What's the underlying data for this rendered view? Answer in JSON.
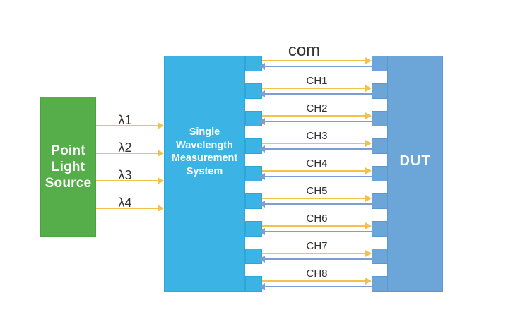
{
  "source_box": {
    "lines": [
      "Point",
      "Light",
      "Source"
    ]
  },
  "measurement_box": {
    "lines": [
      "Single",
      "Wavelength",
      "Measurement",
      "System"
    ]
  },
  "dut_box": {
    "label": "DUT"
  },
  "lambda_inputs": [
    {
      "label": "λ1"
    },
    {
      "label": "λ2"
    },
    {
      "label": "λ3"
    },
    {
      "label": "λ4"
    }
  ],
  "channels": [
    {
      "label": "com"
    },
    {
      "label": "CH1"
    },
    {
      "label": "CH2"
    },
    {
      "label": "CH3"
    },
    {
      "label": "CH4"
    },
    {
      "label": "CH5"
    },
    {
      "label": "CH6"
    },
    {
      "label": "CH7"
    },
    {
      "label": "CH8"
    }
  ],
  "colors": {
    "background": "#FFFFFF",
    "source_green": "#56AE4B",
    "source_green_border": "#4CA144",
    "measurement_cyan": "#3BB4E5",
    "measurement_cyan_border": "#2EA6D8",
    "dut_blue": "#6CA6D8",
    "dut_blue_border": "#5E97CC",
    "arrow_yellow": "#F2C24E",
    "arrow_blue": "#7E9DD4",
    "label_ink": "#333333"
  }
}
